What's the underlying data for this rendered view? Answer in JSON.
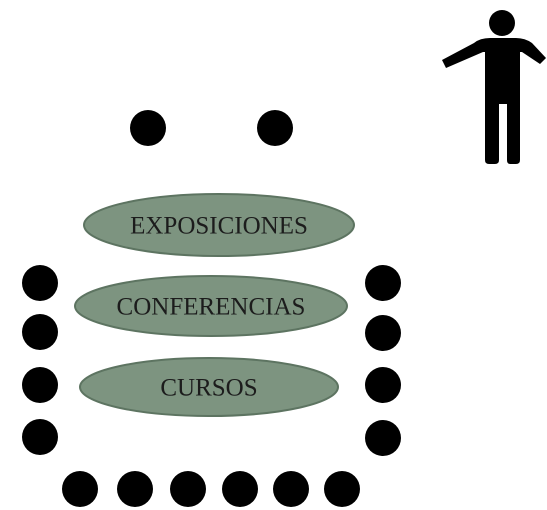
{
  "ovals": [
    {
      "label": "EXPOSICIONES"
    },
    {
      "label": "CONFERENCIAS"
    },
    {
      "label": "CURSOS"
    }
  ],
  "colors": {
    "oval_fill": "#7d9480",
    "oval_stroke": "#5d7461",
    "dot": "#000000",
    "figure": "#000000",
    "text": "#1c1c1c"
  },
  "icons": {
    "figure": "person-arms-outstretched-icon"
  },
  "counts": {
    "top_seats": 2,
    "left_seats": 4,
    "right_seats": 4,
    "bottom_seats": 6
  }
}
